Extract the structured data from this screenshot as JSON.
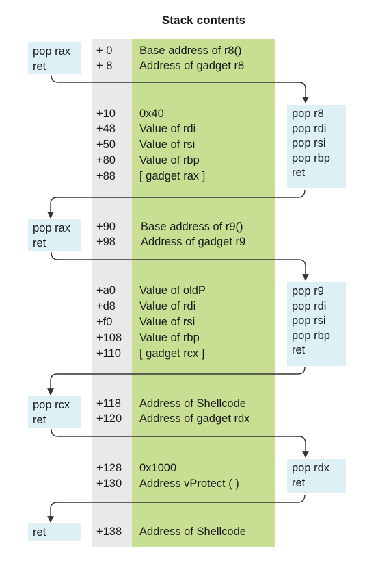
{
  "title": "Stack contents",
  "stack_rows": [
    {
      "offset": "+ 0",
      "content": "Base address of r8()"
    },
    {
      "offset": "+ 8",
      "content": "Address of gadget r8"
    },
    {
      "offset": "+10",
      "content": "0x40"
    },
    {
      "offset": "+48",
      "content": "Value of rdi"
    },
    {
      "offset": "+50",
      "content": "Value of rsi"
    },
    {
      "offset": "+80",
      "content": "Value of rbp"
    },
    {
      "offset": "+88",
      "content": "[ gadget rax ]"
    },
    {
      "offset": "+90",
      "content": "Base address of r9()"
    },
    {
      "offset": "+98",
      "content": "Address of gadget r9"
    },
    {
      "offset": "+a0",
      "content": "Value of oldP"
    },
    {
      "offset": "+d8",
      "content": "Value of rdi"
    },
    {
      "offset": "+f0",
      "content": "Value of rsi"
    },
    {
      "offset": "+108",
      "content": "Value of rbp"
    },
    {
      "offset": "+110",
      "content": "[ gadget rcx ]"
    },
    {
      "offset": "+118",
      "content": "Address of Shellcode"
    },
    {
      "offset": "+120",
      "content": "Address of gadget rdx"
    },
    {
      "offset": "+128",
      "content": "0x1000"
    },
    {
      "offset": "+130",
      "content": "Address vProtect ( )"
    },
    {
      "offset": "+138",
      "content": "Address of Shellcode"
    }
  ],
  "gadgets": [
    {
      "side": "left",
      "lines": [
        "pop rax",
        "ret"
      ]
    },
    {
      "side": "right",
      "lines": [
        "pop r8",
        "pop rdi",
        "pop rsi",
        "pop rbp",
        "ret"
      ]
    },
    {
      "side": "left",
      "lines": [
        "pop rax",
        "ret"
      ]
    },
    {
      "side": "right",
      "lines": [
        "pop r9",
        "pop rdi",
        "pop rsi",
        "pop rbp",
        "ret"
      ]
    },
    {
      "side": "left",
      "lines": [
        "pop rcx",
        "ret"
      ]
    },
    {
      "side": "right",
      "lines": [
        "pop rdx",
        "ret"
      ]
    },
    {
      "side": "left",
      "lines": [
        "ret"
      ]
    }
  ],
  "colors": {
    "offset_column": "#e9e9e9",
    "content_column": "#c8df93",
    "gadget_box": "#dcf0f6",
    "arrow": "#333333"
  }
}
